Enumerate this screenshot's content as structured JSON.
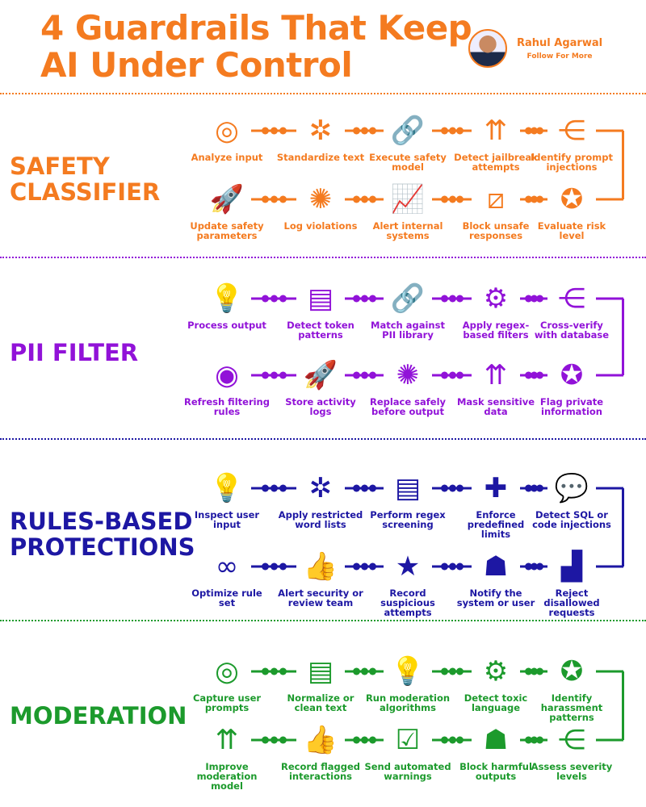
{
  "header": {
    "title_line1": "4 Guardrails That Keep",
    "title_line2": "AI Under Control",
    "author": "Rahul Agarwal",
    "follow": "Follow For More"
  },
  "sections": [
    {
      "title": [
        "SAFETY",
        "CLASSIFIER"
      ],
      "color": "#f47b20",
      "row1": [
        {
          "label": "Analyze input",
          "icon": "target-icon"
        },
        {
          "label": "Standardize text",
          "icon": "network-icon"
        },
        {
          "label": "Execute safety model",
          "icon": "link-icon"
        },
        {
          "label": "Detect jailbreak attempts",
          "icon": "arrows-out-icon"
        },
        {
          "label": "Identify prompt injections",
          "icon": "share-icon"
        }
      ],
      "row2": [
        {
          "label": "Update safety parameters",
          "icon": "rocket-icon"
        },
        {
          "label": "Log violations",
          "icon": "bug-icon"
        },
        {
          "label": "Alert internal systems",
          "icon": "chart-up-icon"
        },
        {
          "label": "Block unsafe responses",
          "icon": "slash-icon"
        },
        {
          "label": "Evaluate risk level",
          "icon": "brain-icon"
        }
      ]
    },
    {
      "title": [
        "PII FILTER"
      ],
      "color": "#9112d8",
      "row1": [
        {
          "label": "Process output",
          "icon": "lightbulb-icon"
        },
        {
          "label": "Detect token patterns",
          "icon": "cards-icon"
        },
        {
          "label": "Match against PII library",
          "icon": "link-icon"
        },
        {
          "label": "Apply regex-based filters",
          "icon": "wrench-gear-icon"
        },
        {
          "label": "Cross-verify with database",
          "icon": "share-icon"
        }
      ],
      "row2": [
        {
          "label": "Refresh filtering rules",
          "icon": "eye-icon"
        },
        {
          "label": "Store activity logs",
          "icon": "rocket-icon"
        },
        {
          "label": "Replace safely before output",
          "icon": "bug-icon"
        },
        {
          "label": "Mask sensitive data",
          "icon": "arrows-out-icon"
        },
        {
          "label": "Flag private information",
          "icon": "brain-icon"
        }
      ]
    },
    {
      "title": [
        "RULES-BASED",
        "PROTECTIONS"
      ],
      "color": "#1d17a3",
      "row1": [
        {
          "label": "Inspect user input",
          "icon": "lightbulb-icon"
        },
        {
          "label": "Apply restricted word lists",
          "icon": "network-icon"
        },
        {
          "label": "Perform regex screening",
          "icon": "cards-icon"
        },
        {
          "label": "Enforce predefined limits",
          "icon": "puzzle-icon"
        },
        {
          "label": "Detect SQL or code injections",
          "icon": "chat-bubbles-icon"
        }
      ],
      "row2": [
        {
          "label": "Optimize rule set",
          "icon": "infinity-clock-icon"
        },
        {
          "label": "Alert security or review team",
          "icon": "thumbs-up-icon"
        },
        {
          "label": "Record suspicious attempts",
          "icon": "star-rating-icon"
        },
        {
          "label": "Notify the system or user",
          "icon": "meeting-icon"
        },
        {
          "label": "Reject disallowed requests",
          "icon": "stairs-icon"
        }
      ]
    },
    {
      "title": [
        "MODERATION"
      ],
      "color": "#1c9a2c",
      "row1": [
        {
          "label": "Capture user prompts",
          "icon": "target-icon"
        },
        {
          "label": "Normalize or clean text",
          "icon": "cards-icon"
        },
        {
          "label": "Run moderation algorithms",
          "icon": "lightbulb-icon"
        },
        {
          "label": "Detect toxic language",
          "icon": "wrench-gear-icon"
        },
        {
          "label": "Identify harassment patterns",
          "icon": "brain-icon"
        }
      ],
      "row2": [
        {
          "label": "Improve moderation model",
          "icon": "arrows-out-icon"
        },
        {
          "label": "Record flagged interactions",
          "icon": "thumbs-up-icon"
        },
        {
          "label": "Send automated warnings",
          "icon": "checklist-icon"
        },
        {
          "label": "Block harmful outputs",
          "icon": "meeting-icon"
        },
        {
          "label": "Assess severity levels",
          "icon": "share-icon"
        }
      ]
    }
  ]
}
